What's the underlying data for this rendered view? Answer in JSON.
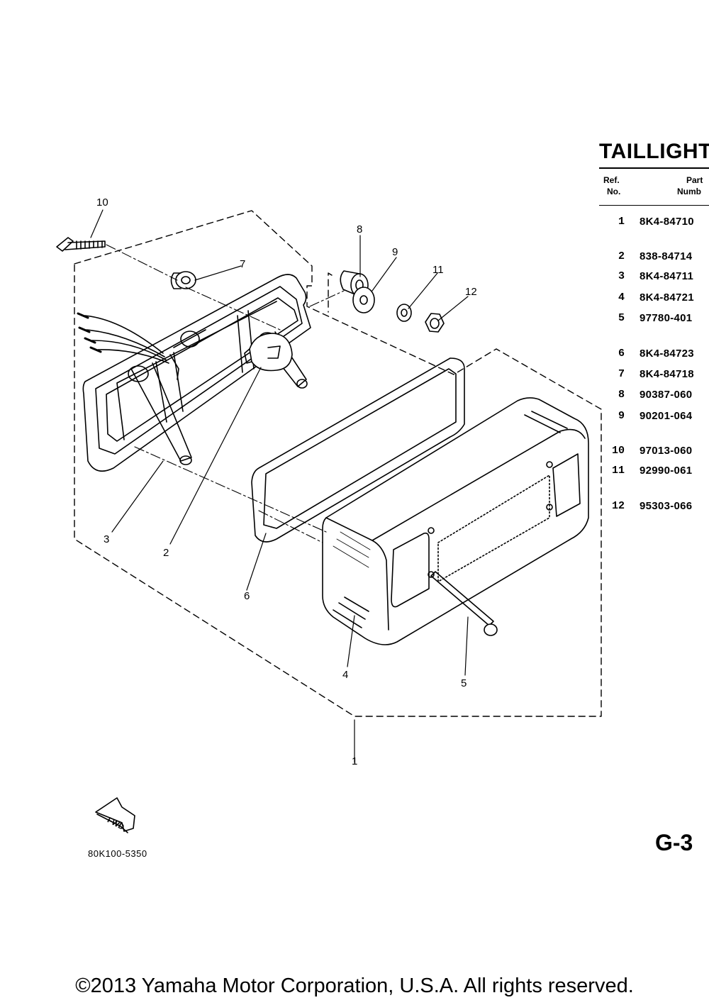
{
  "section_title": "TAILLIGHT",
  "table": {
    "headers": {
      "ref_line1": "Ref.",
      "ref_line2": "No.",
      "part_line1": "Part",
      "part_line2": "Numb"
    },
    "rows": [
      {
        "ref": "1",
        "part": "8K4-84710"
      },
      {
        "ref": "2",
        "part": "838-84714"
      },
      {
        "ref": "3",
        "part": "8K4-84711"
      },
      {
        "ref": "4",
        "part": "8K4-84721"
      },
      {
        "ref": "5",
        "part": "97780-401"
      },
      {
        "ref": "6",
        "part": "8K4-84723"
      },
      {
        "ref": "7",
        "part": "8K4-84718"
      },
      {
        "ref": "8",
        "part": "90387-060"
      },
      {
        "ref": "9",
        "part": "90201-064"
      },
      {
        "ref": "10",
        "part": "97013-060"
      },
      {
        "ref": "11",
        "part": "92990-061"
      },
      {
        "ref": "12",
        "part": "95303-066"
      }
    ]
  },
  "callouts": [
    "10",
    "7",
    "8",
    "9",
    "11",
    "12",
    "3",
    "2",
    "6",
    "4",
    "5",
    "1"
  ],
  "fwd_label": "FWD",
  "page_code": "G-3",
  "drawing_number": "80K100-5350",
  "copyright": "©2013 Yamaha Motor Corporation, U.S.A. All rights reserved."
}
